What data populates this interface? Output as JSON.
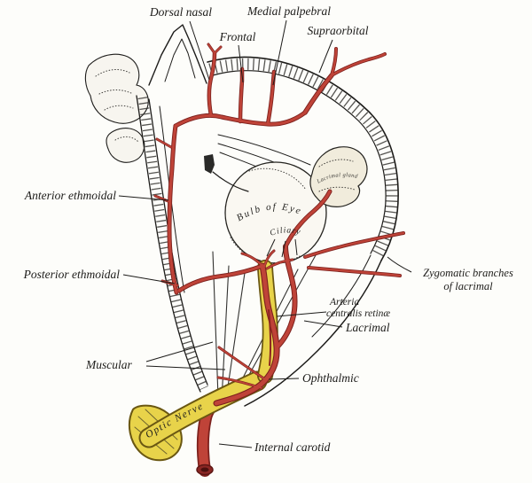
{
  "colors": {
    "artery_red": "#bf4338",
    "artery_dark": "#7c211d",
    "nerve_yellow": "#e8d34a",
    "nerve_dark": "#6a5712",
    "ink": "#1d1c1a",
    "paper": "#fdfdfa"
  },
  "labels": {
    "dorsal_nasal": "Dorsal nasal",
    "frontal": "Frontal",
    "medial_palpebral": "Medial palpebral",
    "supraorbital": "Supraorbital",
    "anterior_ethmoidal": "Anterior ethmoidal",
    "posterior_ethmoidal": "Posterior ethmoidal",
    "zygomatic_line1": "Zygomatic branches",
    "zygomatic_line2": "of lacrimal",
    "arteria_line1": "Arteria",
    "arteria_line2": "centralis retinæ",
    "lacrimal": "Lacrimal",
    "muscular": "Muscular",
    "ophthalmic": "Ophthalmic",
    "internal_carotid": "Internal carotid",
    "bulb_of_eye": "Bulb of Eye",
    "ciliary": "Ciliary",
    "optic_nerve": "Optic Nerve",
    "lacrimal_gland": "Lacrimal gland"
  }
}
